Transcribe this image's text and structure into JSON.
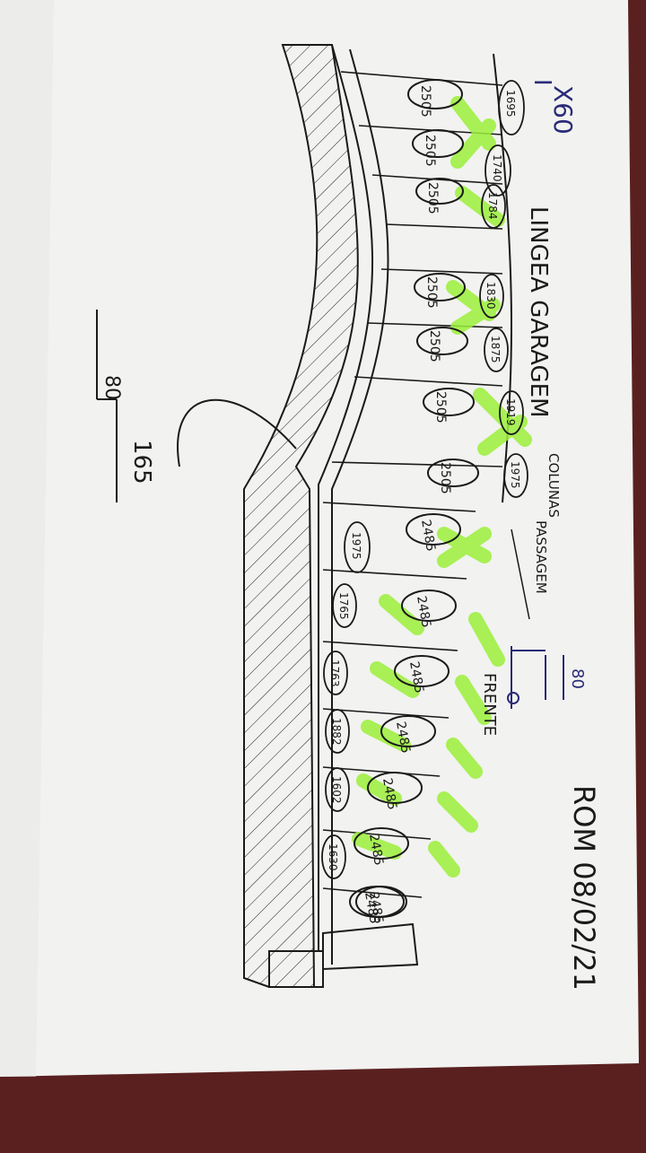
{
  "photo": {
    "colors": {
      "table": "#5a2020",
      "paper": "#f4f4f2",
      "ink": "#1a1a1a",
      "pen_blue": "#2a2a7a",
      "highlighter": "#9cf03a"
    },
    "header_code": "X60",
    "header_mark": "I",
    "title": "LINGEA GARAGEM",
    "signature_date": "ROM 08/02/21",
    "dim_top_number": "80",
    "dim_top_value": "165",
    "dim_side_value": "80",
    "annotation_front": "FRENTE",
    "annotation_column": "COLUNAS",
    "annotation_bottom": "PASSAGEM",
    "top_row_labels": [
      "2505",
      "2505",
      "2505",
      "2505",
      "2505",
      "2505",
      "2505"
    ],
    "lower_row_labels": [
      "2485",
      "2485",
      "2485",
      "2485",
      "2485",
      "2485",
      "2485"
    ],
    "post_labels": [
      "1695",
      "1740",
      "1784",
      "1830",
      "1875",
      "1919",
      "1975"
    ],
    "bottom_labels": [
      "1975",
      "1765",
      "1763",
      "1882",
      "1602",
      "1630"
    ],
    "extra_label": "2485"
  }
}
